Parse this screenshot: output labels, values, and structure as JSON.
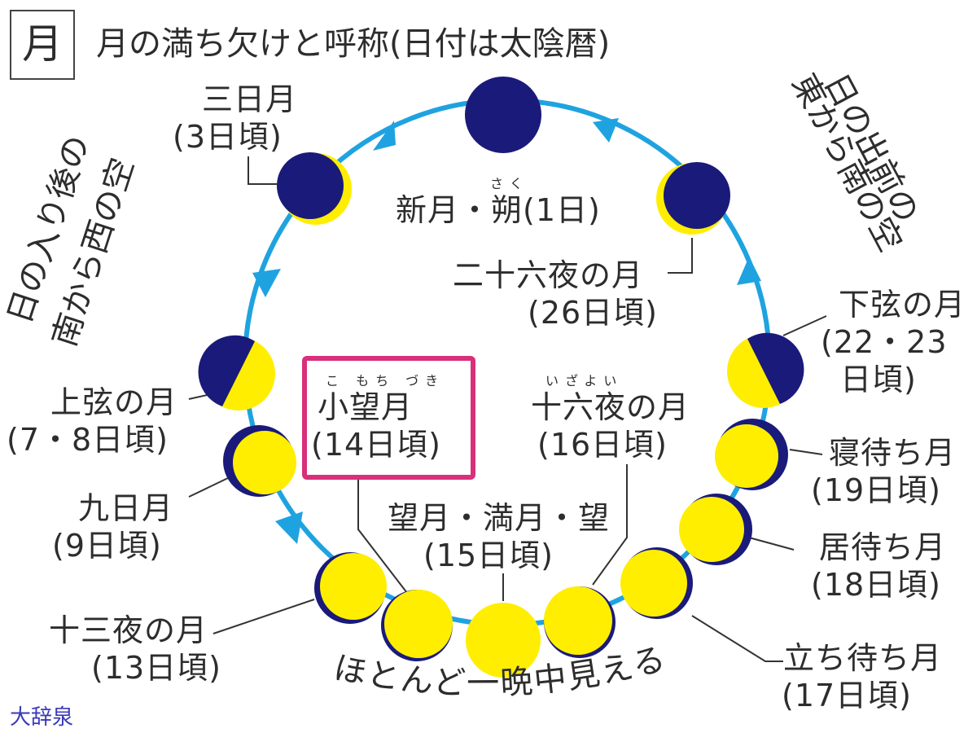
{
  "title_box": "月",
  "title": "月の満ち欠けと呼称(日付は太陰暦)",
  "side_left_line1": "日の入り後の",
  "side_left_line2": "南から西の空",
  "side_right_line1": "日の出前の",
  "side_right_line2": "東から南の空",
  "bottom_caption": "ほとんど一晩中見える",
  "credit": "大辞泉",
  "colors": {
    "ring": "#1fa3e0",
    "dark": "#1a1a7a",
    "lit": "#ffee00",
    "highlight": "#d8307a"
  },
  "phases": [
    {
      "id": "new",
      "name": "新月・朔(1日)",
      "ruby": "さく",
      "sub": ""
    },
    {
      "id": "d3",
      "name": "三日月",
      "sub": "(3日頃)"
    },
    {
      "id": "d7",
      "name": "上弦の月",
      "sub": "(7・8日頃)"
    },
    {
      "id": "d9",
      "name": "九日月",
      "sub": "(9日頃)"
    },
    {
      "id": "d13",
      "name": "十三夜の月",
      "sub": "(13日頃)"
    },
    {
      "id": "d14",
      "name": "小望月",
      "ruby": "こ もち づき",
      "sub": "(14日頃)"
    },
    {
      "id": "d15",
      "name": "望月・満月・望",
      "sub": "(15日頃)"
    },
    {
      "id": "d16",
      "name": "十六夜の月",
      "ruby": "いざよい",
      "sub": "(16日頃)"
    },
    {
      "id": "d17",
      "name": "立ち待ち月",
      "sub": "(17日頃)"
    },
    {
      "id": "d18",
      "name": "居待ち月",
      "sub": "(18日頃)"
    },
    {
      "id": "d19",
      "name": "寝待ち月",
      "sub": "(19日頃)"
    },
    {
      "id": "d22",
      "name": "下弦の月",
      "sub1": "(22・23",
      "sub2": "日頃)"
    },
    {
      "id": "d26",
      "name": "二十六夜の月",
      "sub": "(26日頃)"
    }
  ]
}
